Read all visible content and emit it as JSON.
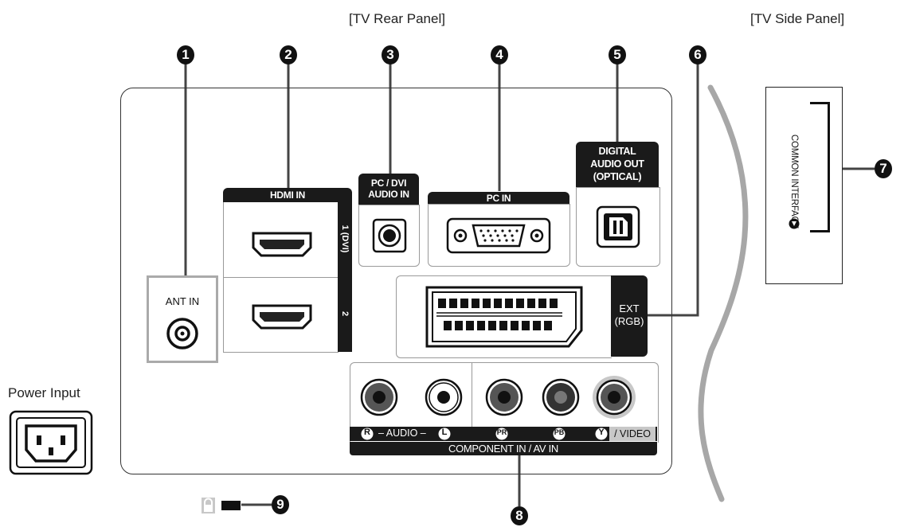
{
  "headers": {
    "rear": "[TV Rear Panel]",
    "side": "[TV Side Panel]"
  },
  "callouts": [
    "1",
    "2",
    "3",
    "4",
    "5",
    "6",
    "7",
    "8",
    "9"
  ],
  "ports": {
    "ant_in": "ANT IN",
    "hdmi_in": "HDMI IN",
    "hdmi_1": "1 (DVI)",
    "hdmi_2": "2",
    "pc_dvi_audio_line1": "PC / DVI",
    "pc_dvi_audio_line2": "AUDIO IN",
    "pc_in": "PC IN",
    "digital_line1": "DIGITAL",
    "digital_line2": "AUDIO OUT",
    "digital_line3": "(OPTICAL)",
    "ext_line1": "EXT",
    "ext_line2": "(RGB)",
    "audio_r": "R",
    "audio_label": "– AUDIO –",
    "audio_l": "L",
    "pr": "PR",
    "pb": "PB",
    "y": "Y",
    "video": "/ VIDEO",
    "component": "COMPONENT IN / AV IN",
    "common_interface": "COMMON INTERFACE"
  },
  "power_input": "Power Input"
}
